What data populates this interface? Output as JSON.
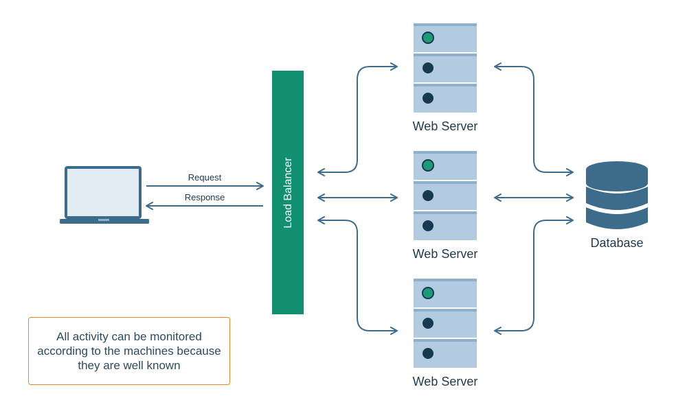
{
  "colors": {
    "arrow": "#3d6b8c",
    "load_balancer": "#109070",
    "server_unit": "#b2cbe0",
    "server_shadow": "#8fb0ca",
    "light_green": "#1d9b78",
    "light_dark": "#173a52",
    "database": "#3d6b8c",
    "laptop_screen": "#e4ecf3",
    "note_border": "#e8872a"
  },
  "client": {
    "icon": "laptop-icon"
  },
  "connections": {
    "request_label": "Request",
    "response_label": "Response"
  },
  "load_balancer": {
    "label": "Load Balancer"
  },
  "servers": [
    {
      "label": "Web Server",
      "icon": "server-rack-icon"
    },
    {
      "label": "Web Server",
      "icon": "server-rack-icon"
    },
    {
      "label": "Web Server",
      "icon": "server-rack-icon"
    }
  ],
  "database": {
    "label": "Database",
    "icon": "database-icon"
  },
  "note": {
    "text": "All activity can be monitored according to the machines because they are well known"
  }
}
